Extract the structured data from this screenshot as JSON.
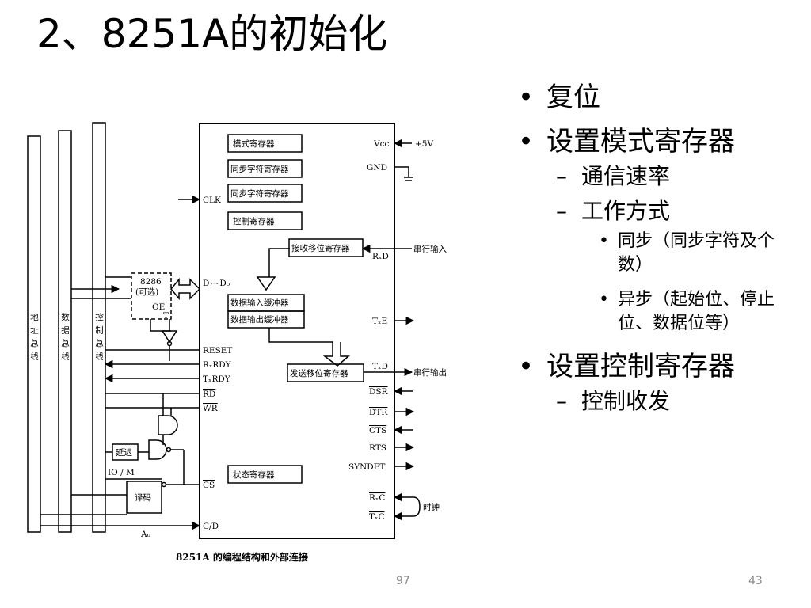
{
  "title": "2、8251A的初始化",
  "bullets": {
    "l1_a": "复位",
    "l1_b": "设置模式寄存器",
    "l2_a": "通信速率",
    "l2_b": "工作方式",
    "l3_a": "同步（同步字符及个数）",
    "l3_b": "异步（起始位、停止位、数据位等）",
    "l1_c": "设置控制寄存器",
    "l2_c": "控制收发",
    "marker1": "•",
    "marker2": "–",
    "marker3": "•"
  },
  "diagram": {
    "caption": "8251A 的编程结构和外部连接",
    "buses": [
      "地址总线",
      "数据总线",
      "控制总线"
    ],
    "registers": {
      "mode": "模式寄存器",
      "sync1": "同步字符寄存器",
      "sync2": "同步字符寄存器",
      "control": "控制寄存器",
      "rx_shift": "接收移位寄存器",
      "data_in": "数据输入缓冲器",
      "data_out": "数据输出缓冲器",
      "tx_shift": "发送移位寄存器",
      "status": "状态寄存器"
    },
    "chip": {
      "line1": "8286",
      "line2": "(可选)",
      "oe": "OE",
      "t": "T"
    },
    "left_pins": [
      "CLK",
      "D₇~D₀",
      "RESET",
      "RₓRDY",
      "TₓRDY",
      "RD",
      "WR",
      "CS",
      "C/D"
    ],
    "right_pins": [
      "Vcc",
      "GND",
      "RₓD",
      "TₓE",
      "TₓD",
      "DSR",
      "DTR",
      "CTS",
      "RTS",
      "SYNDET",
      "RₓC",
      "TₓC"
    ],
    "power": "+5V",
    "serial_in": "串行输入",
    "serial_out": "串行输出",
    "clock": "时钟",
    "delay": "延迟",
    "decoder": "译码",
    "io_m": "IO / M",
    "a0": "A₀"
  },
  "footer": {
    "left_number": "97",
    "right_number": "43"
  }
}
